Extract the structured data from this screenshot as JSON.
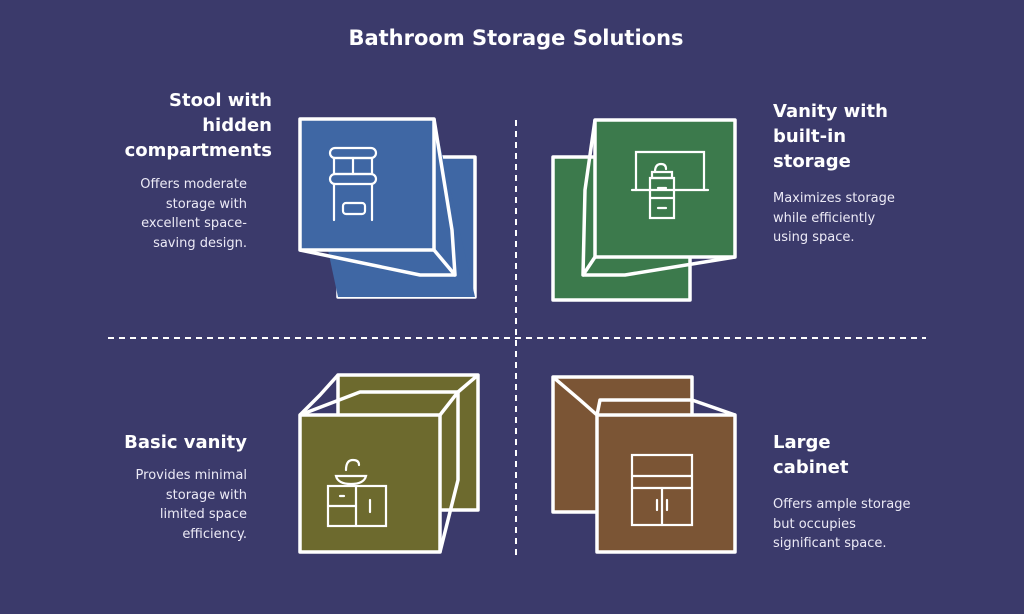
{
  "title": "Bathroom Storage Solutions",
  "quadrants": [
    {
      "name": "Stool with hidden compartments",
      "heading_lines": [
        "Stool with",
        "hidden",
        "compartments"
      ],
      "description_lines": [
        "Offers moderate",
        "storage with",
        "excellent space-",
        "saving design."
      ],
      "color": "#3f67a4",
      "icon": "stool-icon"
    },
    {
      "name": "Vanity with built-in storage",
      "heading_lines": [
        "Vanity with",
        "built-in",
        "storage"
      ],
      "description_lines": [
        "Maximizes storage",
        "while efficiently",
        "using space."
      ],
      "color": "#3c7a4c",
      "icon": "vanity-cabinet-icon"
    },
    {
      "name": "Basic vanity",
      "heading_lines": [
        "Basic vanity"
      ],
      "description_lines": [
        "Provides minimal",
        "storage with",
        "limited space",
        "efficiency."
      ],
      "color": "#6d6a2e",
      "icon": "basic-vanity-icon"
    },
    {
      "name": "Large cabinet",
      "heading_lines": [
        "Large",
        "cabinet"
      ],
      "description_lines": [
        "Offers ample storage",
        "but occupies",
        "significant space."
      ],
      "color": "#7b5535",
      "icon": "cabinet-icon"
    }
  ]
}
